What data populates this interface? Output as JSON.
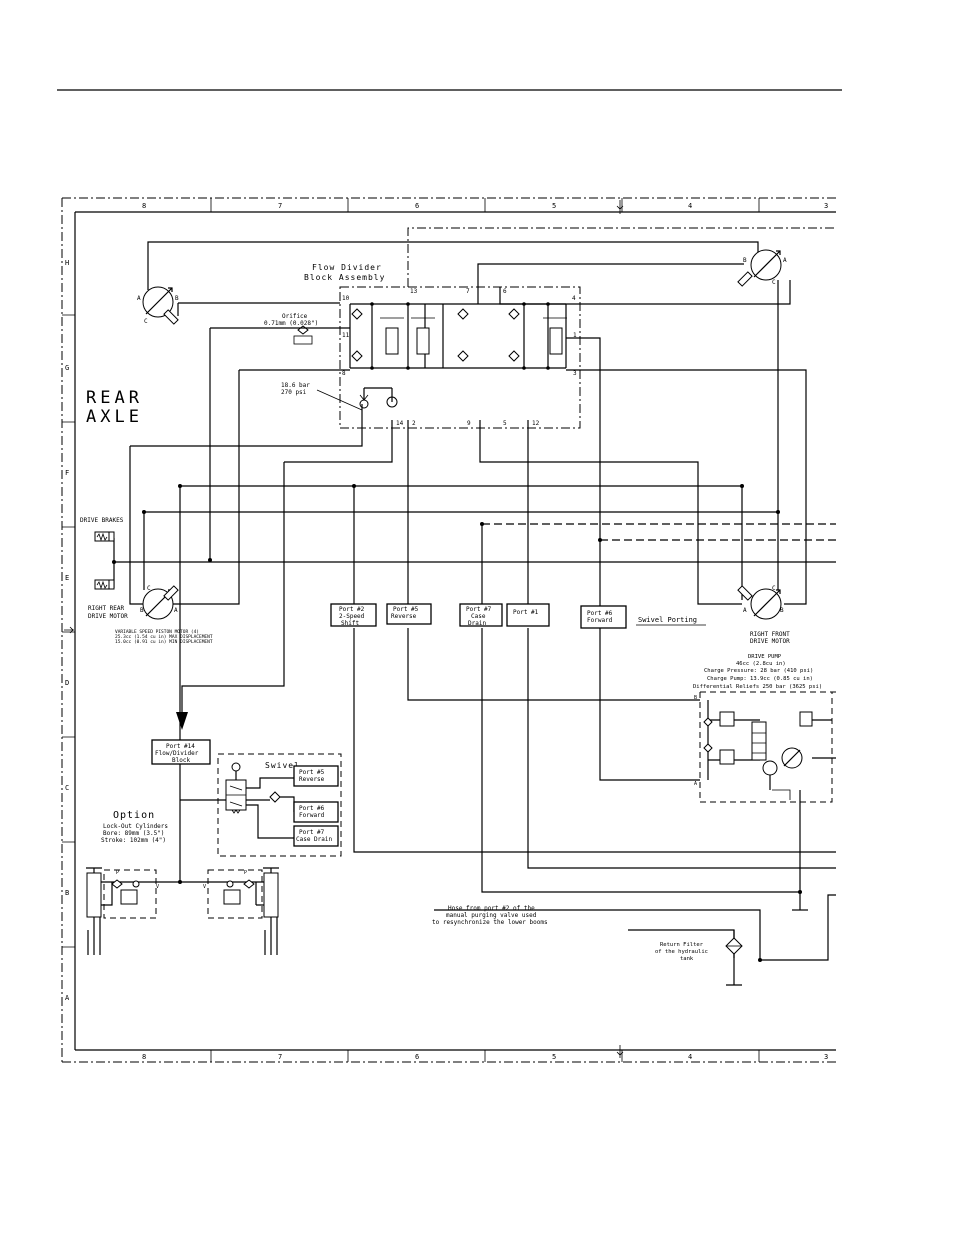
{
  "frame": {
    "columns": [
      "8",
      "7",
      "6",
      "5",
      "4",
      "3"
    ],
    "rows": [
      "H",
      "G",
      "F",
      "E",
      "D",
      "C",
      "B",
      "A"
    ]
  },
  "rear_axle": {
    "line1": "REAR",
    "line2": "AXLE"
  },
  "flow_divider": {
    "title1": "Flow Divider",
    "title2": "Block Assembly",
    "ports_top": [
      "10",
      "13",
      "7",
      "6",
      "4"
    ],
    "ports_left": [
      "11",
      "8"
    ],
    "ports_right": [
      "1",
      "3"
    ],
    "ports_bottom": [
      "14",
      "2",
      "9",
      "5",
      "12"
    ]
  },
  "orifice": {
    "line1": "Orifice",
    "line2": "0.71mm (0.028\")"
  },
  "relief": {
    "line1": "18.6 bar",
    "line2": "270 psi"
  },
  "drive_brakes": "DRIVE BRAKES",
  "right_rear_motor": {
    "line1": "RIGHT REAR",
    "line2": "DRIVE MOTOR",
    "note1": "VARIABLE SPEED PISTON MOTOR (4)",
    "note2": "25.3cc (1.54 cu in) MAX DISPLACEMENT",
    "note3": "15.0cc (0.91 cu in) MIN DISPLACEMENT"
  },
  "right_front_motor": {
    "line1": "RIGHT FRONT",
    "line2": "DRIVE MOTOR"
  },
  "motor_ports": {
    "a": "A",
    "b": "B",
    "c": "C"
  },
  "port_boxes": [
    {
      "line1": "Port #2",
      "line2": "2-Speed",
      "line3": "Shift"
    },
    {
      "line1": "Port #5",
      "line2": "Reverse"
    },
    {
      "line1": "Port #7",
      "line2": "Case",
      "line3": "Drain"
    },
    {
      "line1": "Port #1"
    },
    {
      "line1": "Port #6",
      "line2": "Forward"
    }
  ],
  "swivel_porting": "Swivel Porting",
  "drive_pump": {
    "title": "DRIVE PUMP",
    "line1": "46cc (2.8cu in)",
    "line2": "Charge Pressure: 28 bar (410 psi)",
    "line3": "Charge Pump: 13.9cc (0.85 cu in)",
    "line4": "Differential Reliefs 250 bar (3625 psi)"
  },
  "port14": {
    "line1": "Port #14",
    "line2": "Flow/Divider",
    "line3": "Block"
  },
  "swivel": {
    "title": "Swivel",
    "ports": [
      {
        "line1": "Port #5",
        "line2": "Reverse"
      },
      {
        "line1": "Port #6",
        "line2": "Forward"
      },
      {
        "line1": "Port #7",
        "line2": "Case Drain"
      }
    ]
  },
  "option": {
    "title": "Option",
    "line1": "Lock-Out Cylinders",
    "line2": "Bore: 89mm (3.5\")",
    "line3": "Stroke: 102mm (4\")"
  },
  "cylinder_ports": {
    "p": "P",
    "v": "V"
  },
  "hose_note": {
    "line1": "Hose from port #2 of the",
    "line2": "manual purging valve used",
    "line3": "to resynchronize the lower booms"
  },
  "return_filter": {
    "line1": "Return Filter",
    "line2": "of the hydraulic",
    "line3": "tank"
  }
}
